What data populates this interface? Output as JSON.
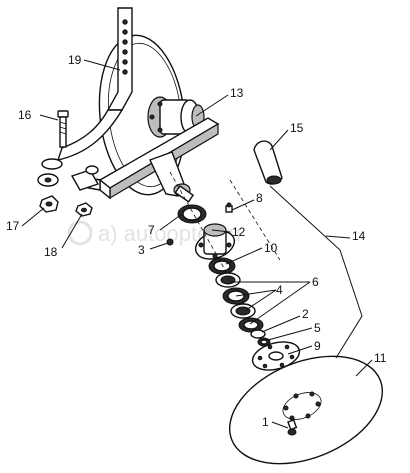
{
  "diagram": {
    "watermark": "a) autoopter.ru",
    "callouts": [
      {
        "id": "c1",
        "label": "1"
      },
      {
        "id": "c2",
        "label": "2"
      },
      {
        "id": "c3",
        "label": "3"
      },
      {
        "id": "c4",
        "label": "4"
      },
      {
        "id": "c5",
        "label": "5"
      },
      {
        "id": "c6",
        "label": "6"
      },
      {
        "id": "c7",
        "label": "7"
      },
      {
        "id": "c8",
        "label": "8"
      },
      {
        "id": "c9",
        "label": "9"
      },
      {
        "id": "c10",
        "label": "10"
      },
      {
        "id": "c11",
        "label": "11"
      },
      {
        "id": "c12",
        "label": "12"
      },
      {
        "id": "c13",
        "label": "13"
      },
      {
        "id": "c14",
        "label": "14"
      },
      {
        "id": "c15",
        "label": "15"
      },
      {
        "id": "c16",
        "label": "16"
      },
      {
        "id": "c17",
        "label": "17"
      },
      {
        "id": "c18",
        "label": "18"
      },
      {
        "id": "c19",
        "label": "19"
      }
    ]
  }
}
